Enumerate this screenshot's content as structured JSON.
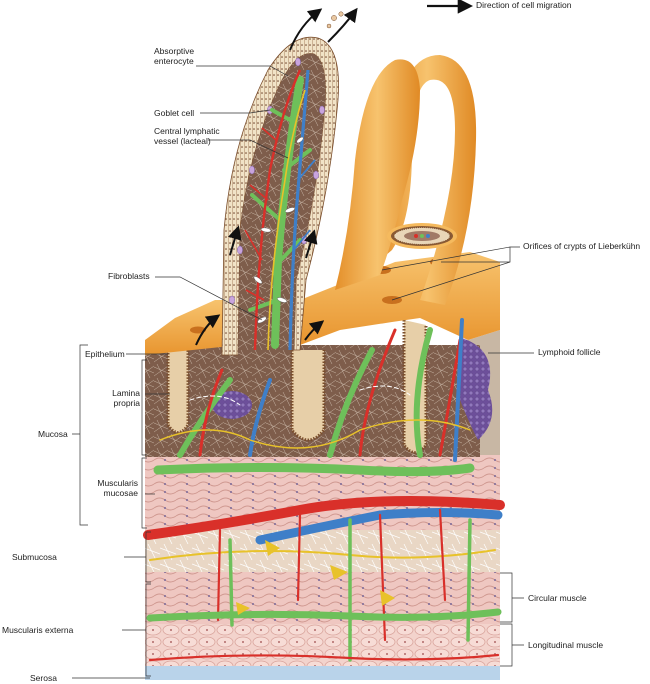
{
  "legend": {
    "arrow_text": "Direction of cell migration"
  },
  "labels": {
    "absorptive_enterocyte": "Absorptive\nenterocyte",
    "goblet_cell": "Goblet cell",
    "central_lacteal": "Central lymphatic\nvessel (lacteal)",
    "fibroblasts": "Fibroblasts",
    "orifices": "Orifices of crypts of Lieberkühn",
    "lymphoid_follicle": "Lymphoid follicle",
    "epithelium": "Epithelium",
    "lamina_propria": "Lamina\npropria",
    "mucosa": "Mucosa",
    "muscularis_mucosae": "Muscularis\nmucosae",
    "submucosa": "Submucosa",
    "muscularis_externa": "Muscularis externa",
    "serosa": "Serosa",
    "circular_muscle": "Circular muscle",
    "longitudinal_muscle": "Longitudinal muscle"
  },
  "colors": {
    "villus_orange": "#f2a53f",
    "villus_light": "#f7c36e",
    "artery_red": "#d9302a",
    "vein_blue": "#3f7fc8",
    "lacteal_green": "#6ec05a",
    "nerve_yellow": "#e8c22a",
    "lymphoid_purple": "#7b5ea8",
    "lamina_tan": "#8b6a55",
    "muscle_pink": "#f1c9c4",
    "leader_line": "#333333"
  }
}
